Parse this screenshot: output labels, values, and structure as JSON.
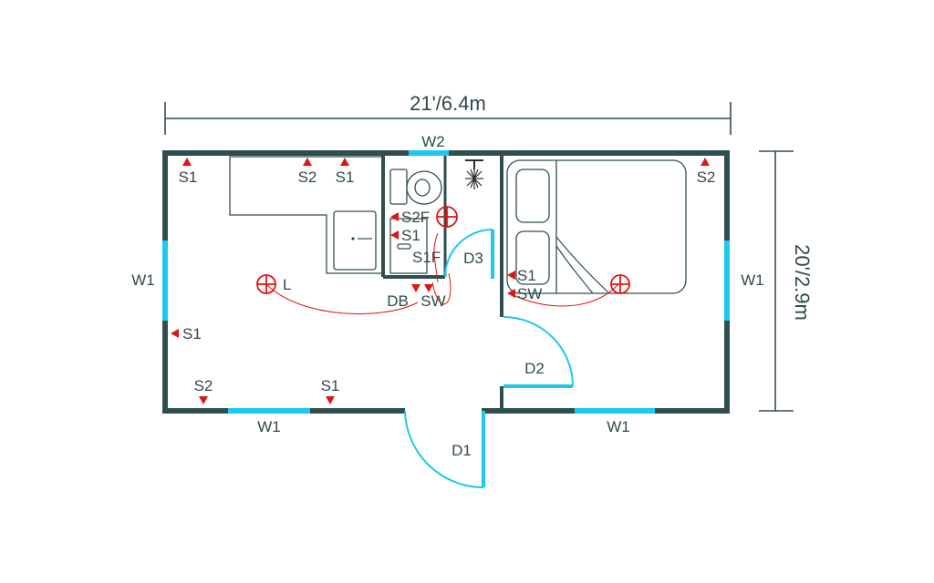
{
  "dimensions": {
    "width_label": "21'/6.4m",
    "depth_label": "20'/2.9m"
  },
  "windows": {
    "w2": "W2",
    "w1_left": "W1",
    "w1_right": "W1",
    "w1_bottom_left": "W1",
    "w1_bottom_right": "W1"
  },
  "doors": {
    "d1": "D1",
    "d2": "D2",
    "d3": "D3"
  },
  "sockets": {
    "s1_topleft": "S1",
    "s2_top": "S2",
    "s1_top": "S1",
    "s2_bedroom": "S2",
    "s2f_bath": "S2F",
    "s1_bath": "S1",
    "s1f_bath": "S1F",
    "s1_leftwall": "S1",
    "s2_bottom": "S2",
    "s1_bottom": "S1",
    "s1_partition": "S1"
  },
  "controls": {
    "db": "DB",
    "sw_main": "SW",
    "sw_bedroom": "SW",
    "lamp_label": "L"
  },
  "colors": {
    "wall": "#2f4f4f",
    "window": "#1ec8f0",
    "electrical": "#e01414",
    "text": "#2f4a4a"
  }
}
